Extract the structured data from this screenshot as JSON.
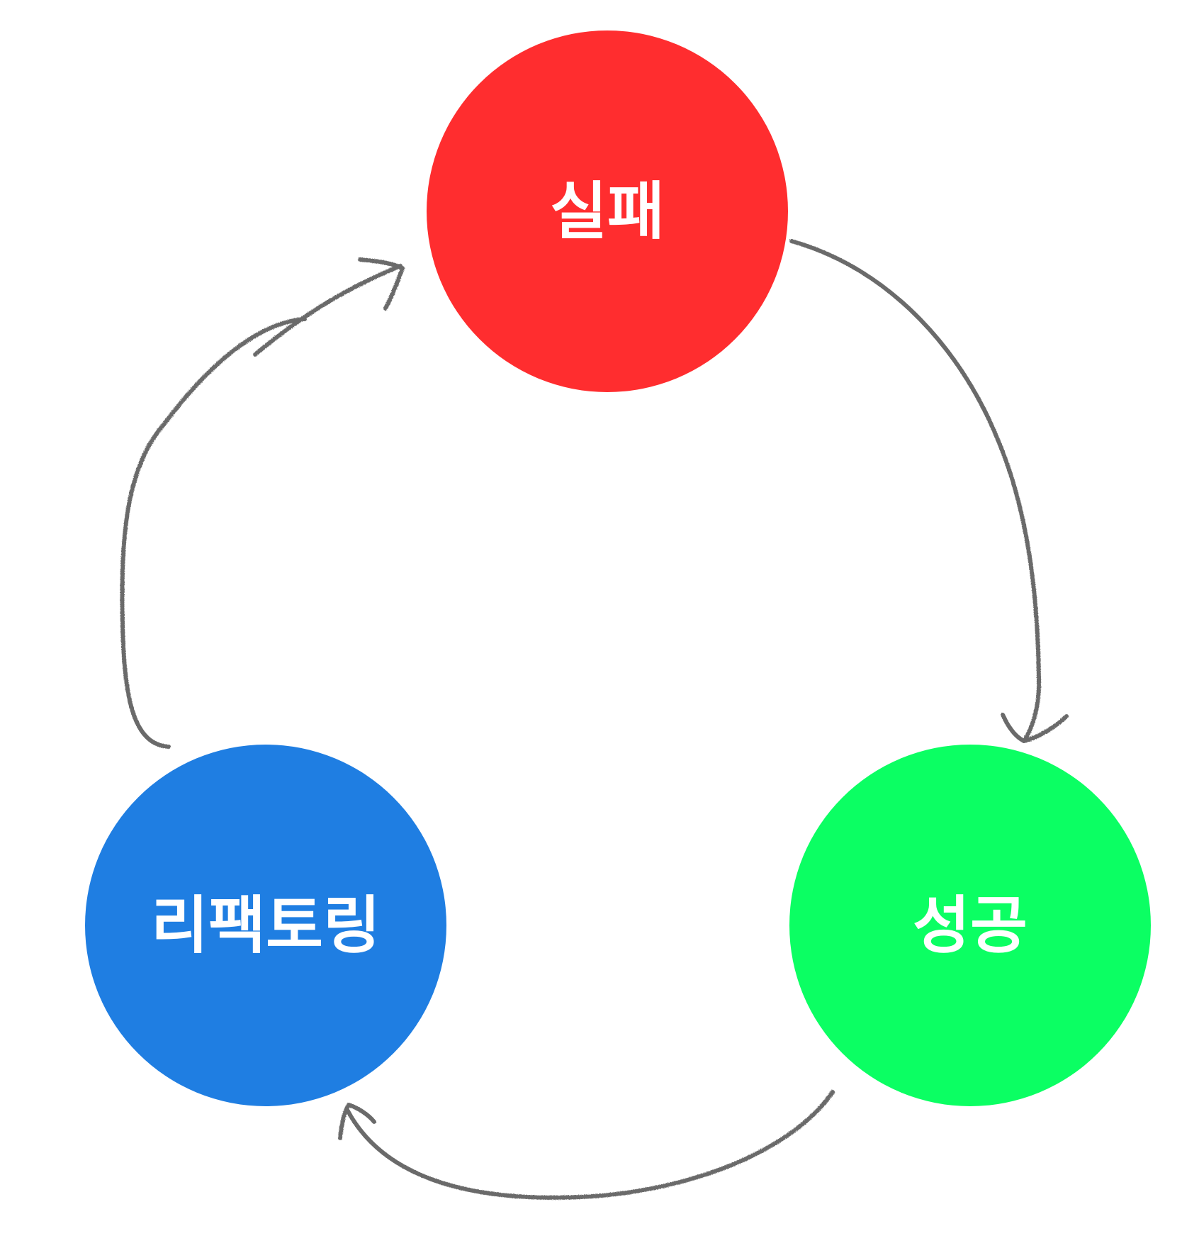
{
  "nodes": {
    "failure": {
      "label": "실패",
      "color": "#FF2D2F"
    },
    "success": {
      "label": "성공",
      "color": "#0BFF63"
    },
    "refactoring": {
      "label": "리팩토링",
      "color": "#1F7EE2"
    }
  },
  "arrows": [
    {
      "from": "failure",
      "to": "success"
    },
    {
      "from": "success",
      "to": "refactoring"
    },
    {
      "from": "refactoring",
      "to": "failure"
    }
  ],
  "arrow_color": "#6A6A6A"
}
